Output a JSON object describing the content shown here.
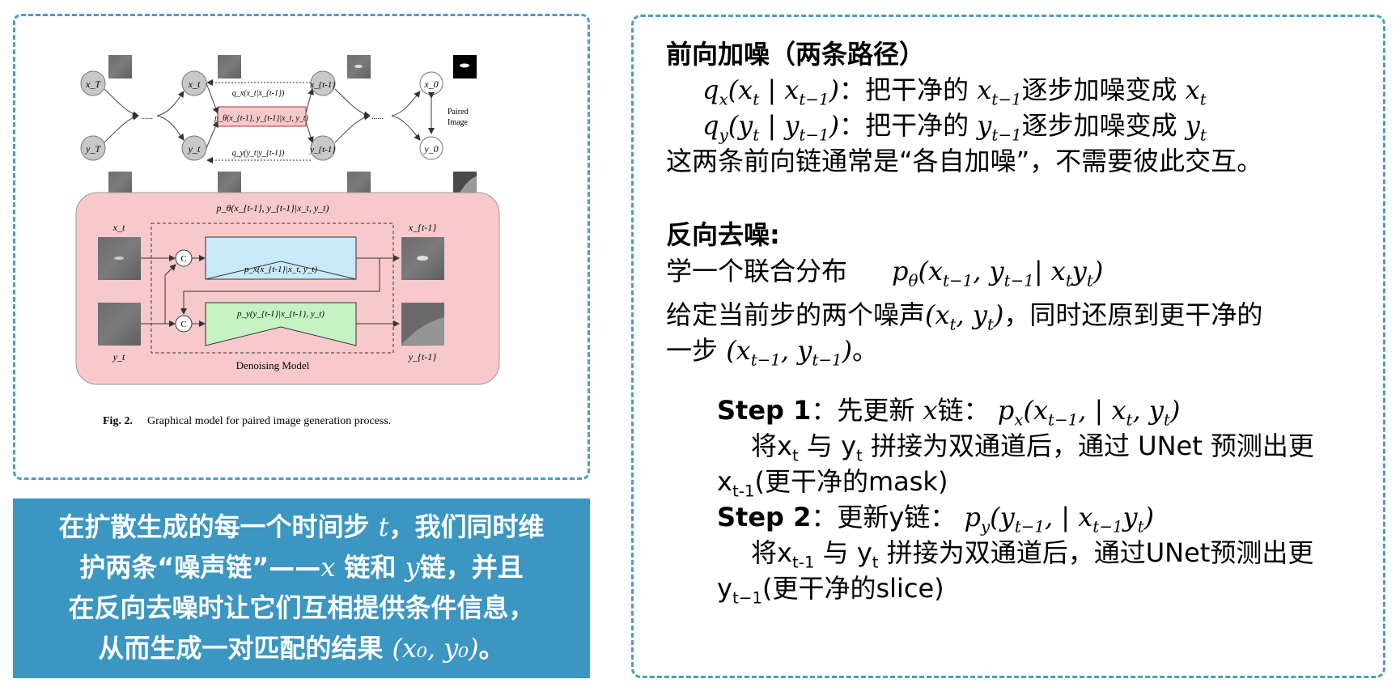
{
  "figure": {
    "top_labels": {
      "qx": "q_x(x_t|x_{t-1})",
      "pjoint": "p_θ(x_{t-1}, y_{t-1}|x_t, y_t)",
      "qy": "q_y(y_t|y_{t-1})",
      "paired": "Paired",
      "image": "Image",
      "dots": "......"
    },
    "nodes": {
      "xT": "x_T",
      "yT": "y_T",
      "xt": "x_t",
      "yt": "y_t",
      "xt1": "x_{t-1}",
      "yt1": "y_{t-1}",
      "x0": "x_0",
      "y0": "y_0"
    },
    "model": {
      "title": "p_θ(x_{t-1}, y_{t-1}|x_t, y_t)",
      "px": "p_x(x_{t-1}|x_t, y_t)",
      "py": "p_y(y_{t-1}|x_{t-1}, y_t)",
      "concat": "C",
      "label": "Denoising Model",
      "in_x": "x_t",
      "in_y": "y_t",
      "out_x": "x_{t-1}",
      "out_y": "y_{t-1}"
    },
    "caption_bold": "Fig. 2.",
    "caption": "Graphical model for paired image generation process."
  },
  "summary": {
    "line1_a": "在扩散生成的每一个时间步",
    "line1_t": "t",
    "line1_b": "，我们同时维",
    "line2_a": "护两条“噪声链”——",
    "line2_x": "x",
    "line2_b": " 链和 ",
    "line2_y": "y",
    "line2_c": "链，并且",
    "line3": "在反向去噪时让它们互相提供条件信息，",
    "line4_a": "从而生成一对匹配的结果",
    "line4_math": "(x₀, y₀)",
    "line4_b": "。"
  },
  "right": {
    "h1": "前向加噪（两条路径）",
    "qx_math": "q",
    "qx_text": "：把干净的",
    "qx_text2": "逐步加噪变成",
    "qy_text": "：把干净的",
    "qy_text2": "逐步加噪变成",
    "note": "这两条前向链通常是“各自加噪”，不需要彼此交互。",
    "h2": "反向去噪:",
    "learn": "学一个联合分布",
    "given_a": "给定当前步的两个噪声",
    "given_b": "，同时还原到更干净的",
    "onestep": "一步",
    "onestep_end": "。",
    "step1_label": "Step 1",
    "step1_a": "：先更新",
    "step1_b": "链：",
    "step1_desc_a": "将x",
    "step1_desc_b": " 与 y",
    "step1_desc_c": " 拼接为双通道后，通过 UNet 预测出更",
    "step1_res": "(更干净的mask)",
    "step2_label": "Step 2",
    "step2_a": "：更新y链：",
    "step2_desc_a": "将x",
    "step2_desc_b": " 与 y",
    "step2_desc_c": " 拼接为双通道后，通过UNet预测出更",
    "step2_res": "(更干净的slice)"
  }
}
